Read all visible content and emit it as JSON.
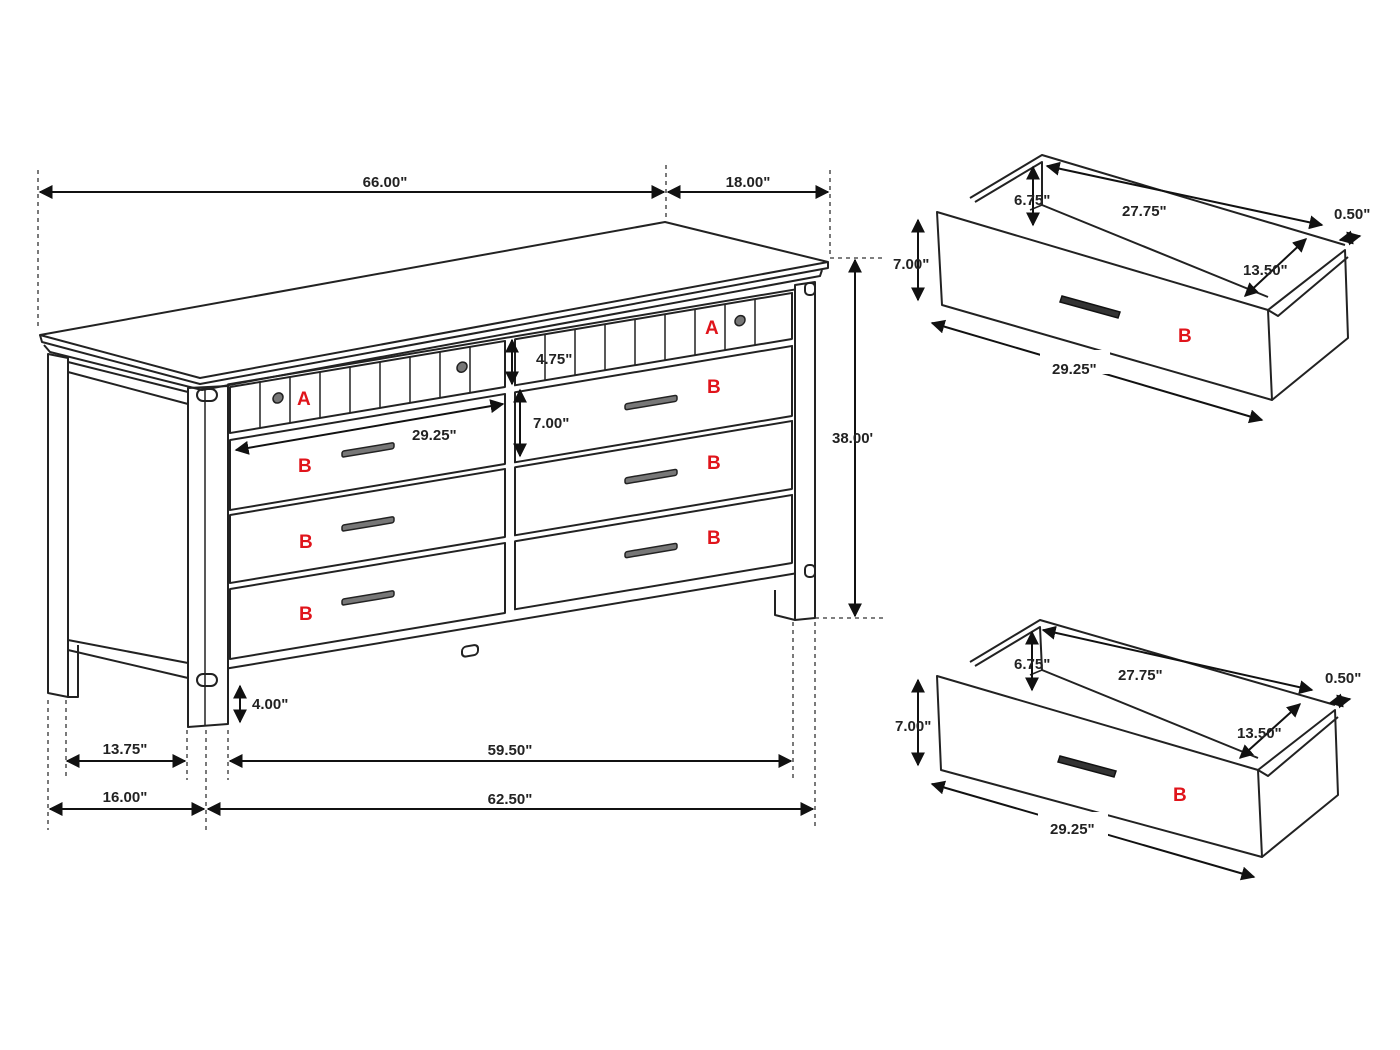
{
  "dresser": {
    "dims": {
      "overall_width": "66.00\"",
      "depth": "18.00\"",
      "height": "38.00'",
      "top_drawer_height": "4.75\"",
      "drawer_height": "7.00\"",
      "drawer_width": "29.25\"",
      "leg_height": "4.00\"",
      "side_inner": "13.75\"",
      "side_outer": "16.00\"",
      "front_inner": "59.50\"",
      "front_outer": "62.50\""
    },
    "drawer_labels": [
      "A",
      "A",
      "B",
      "B",
      "B",
      "B",
      "B",
      "B"
    ]
  },
  "drawer_top": {
    "height": "7.00\"",
    "inner_height": "6.75\"",
    "inner_length": "27.75\"",
    "thickness": "0.50\"",
    "inner_depth": "13.50\"",
    "front_width": "29.25\"",
    "label": "B"
  },
  "drawer_bottom": {
    "height": "7.00\"",
    "inner_height": "6.75\"",
    "inner_length": "27.75\"",
    "thickness": "0.50\"",
    "inner_depth": "13.50\"",
    "front_width": "29.25\"",
    "label": "B"
  },
  "colors": {
    "label_red": "#e0141b",
    "line": "#222222"
  }
}
